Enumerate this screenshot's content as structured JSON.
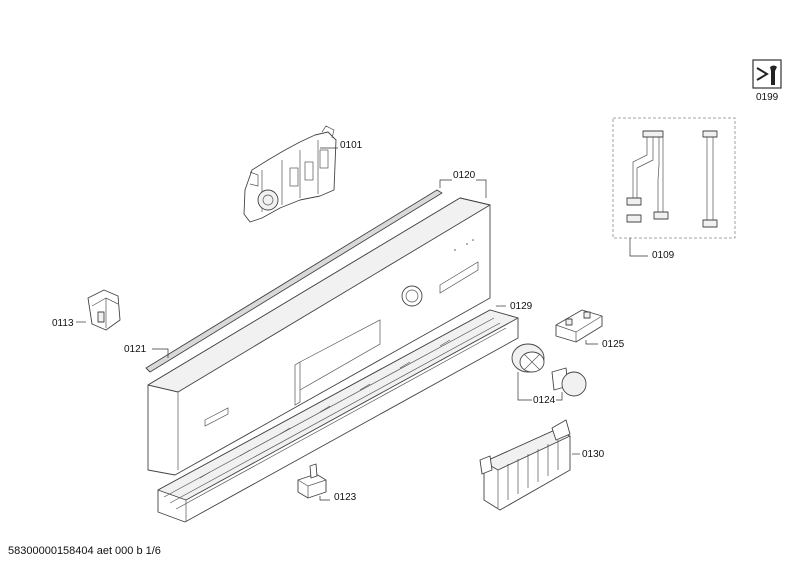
{
  "callouts": {
    "c0199": "0199",
    "c0101": "0101",
    "c0109": "0109",
    "c0120": "0120",
    "c0113": "0113",
    "c0121": "0121",
    "c0129": "0129",
    "c0125": "0125",
    "c0124": "0124",
    "c0130": "0130",
    "c0123": "0123"
  },
  "footer": {
    "document_id": "58300000158404 aet 000 b 1/6"
  }
}
